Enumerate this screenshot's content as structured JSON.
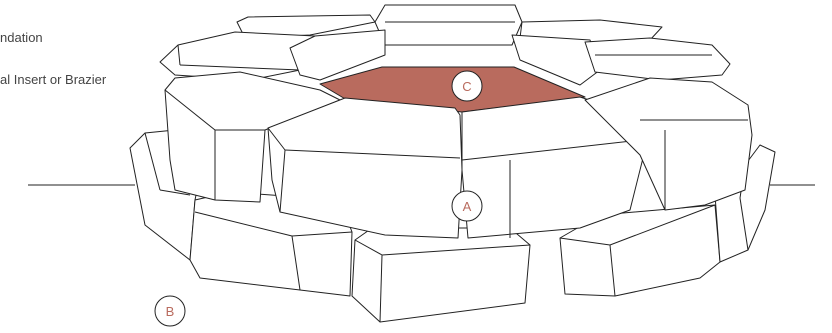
{
  "legend": {
    "items": [
      {
        "label": "ndation"
      },
      {
        "label": "al Insert or Brazier"
      }
    ]
  },
  "callouts": {
    "a": "A",
    "b": "B",
    "c": "C"
  },
  "colors": {
    "fill_highlight": "#b96b5e",
    "stroke": "#222222",
    "callout_text": "#b96b5e"
  }
}
